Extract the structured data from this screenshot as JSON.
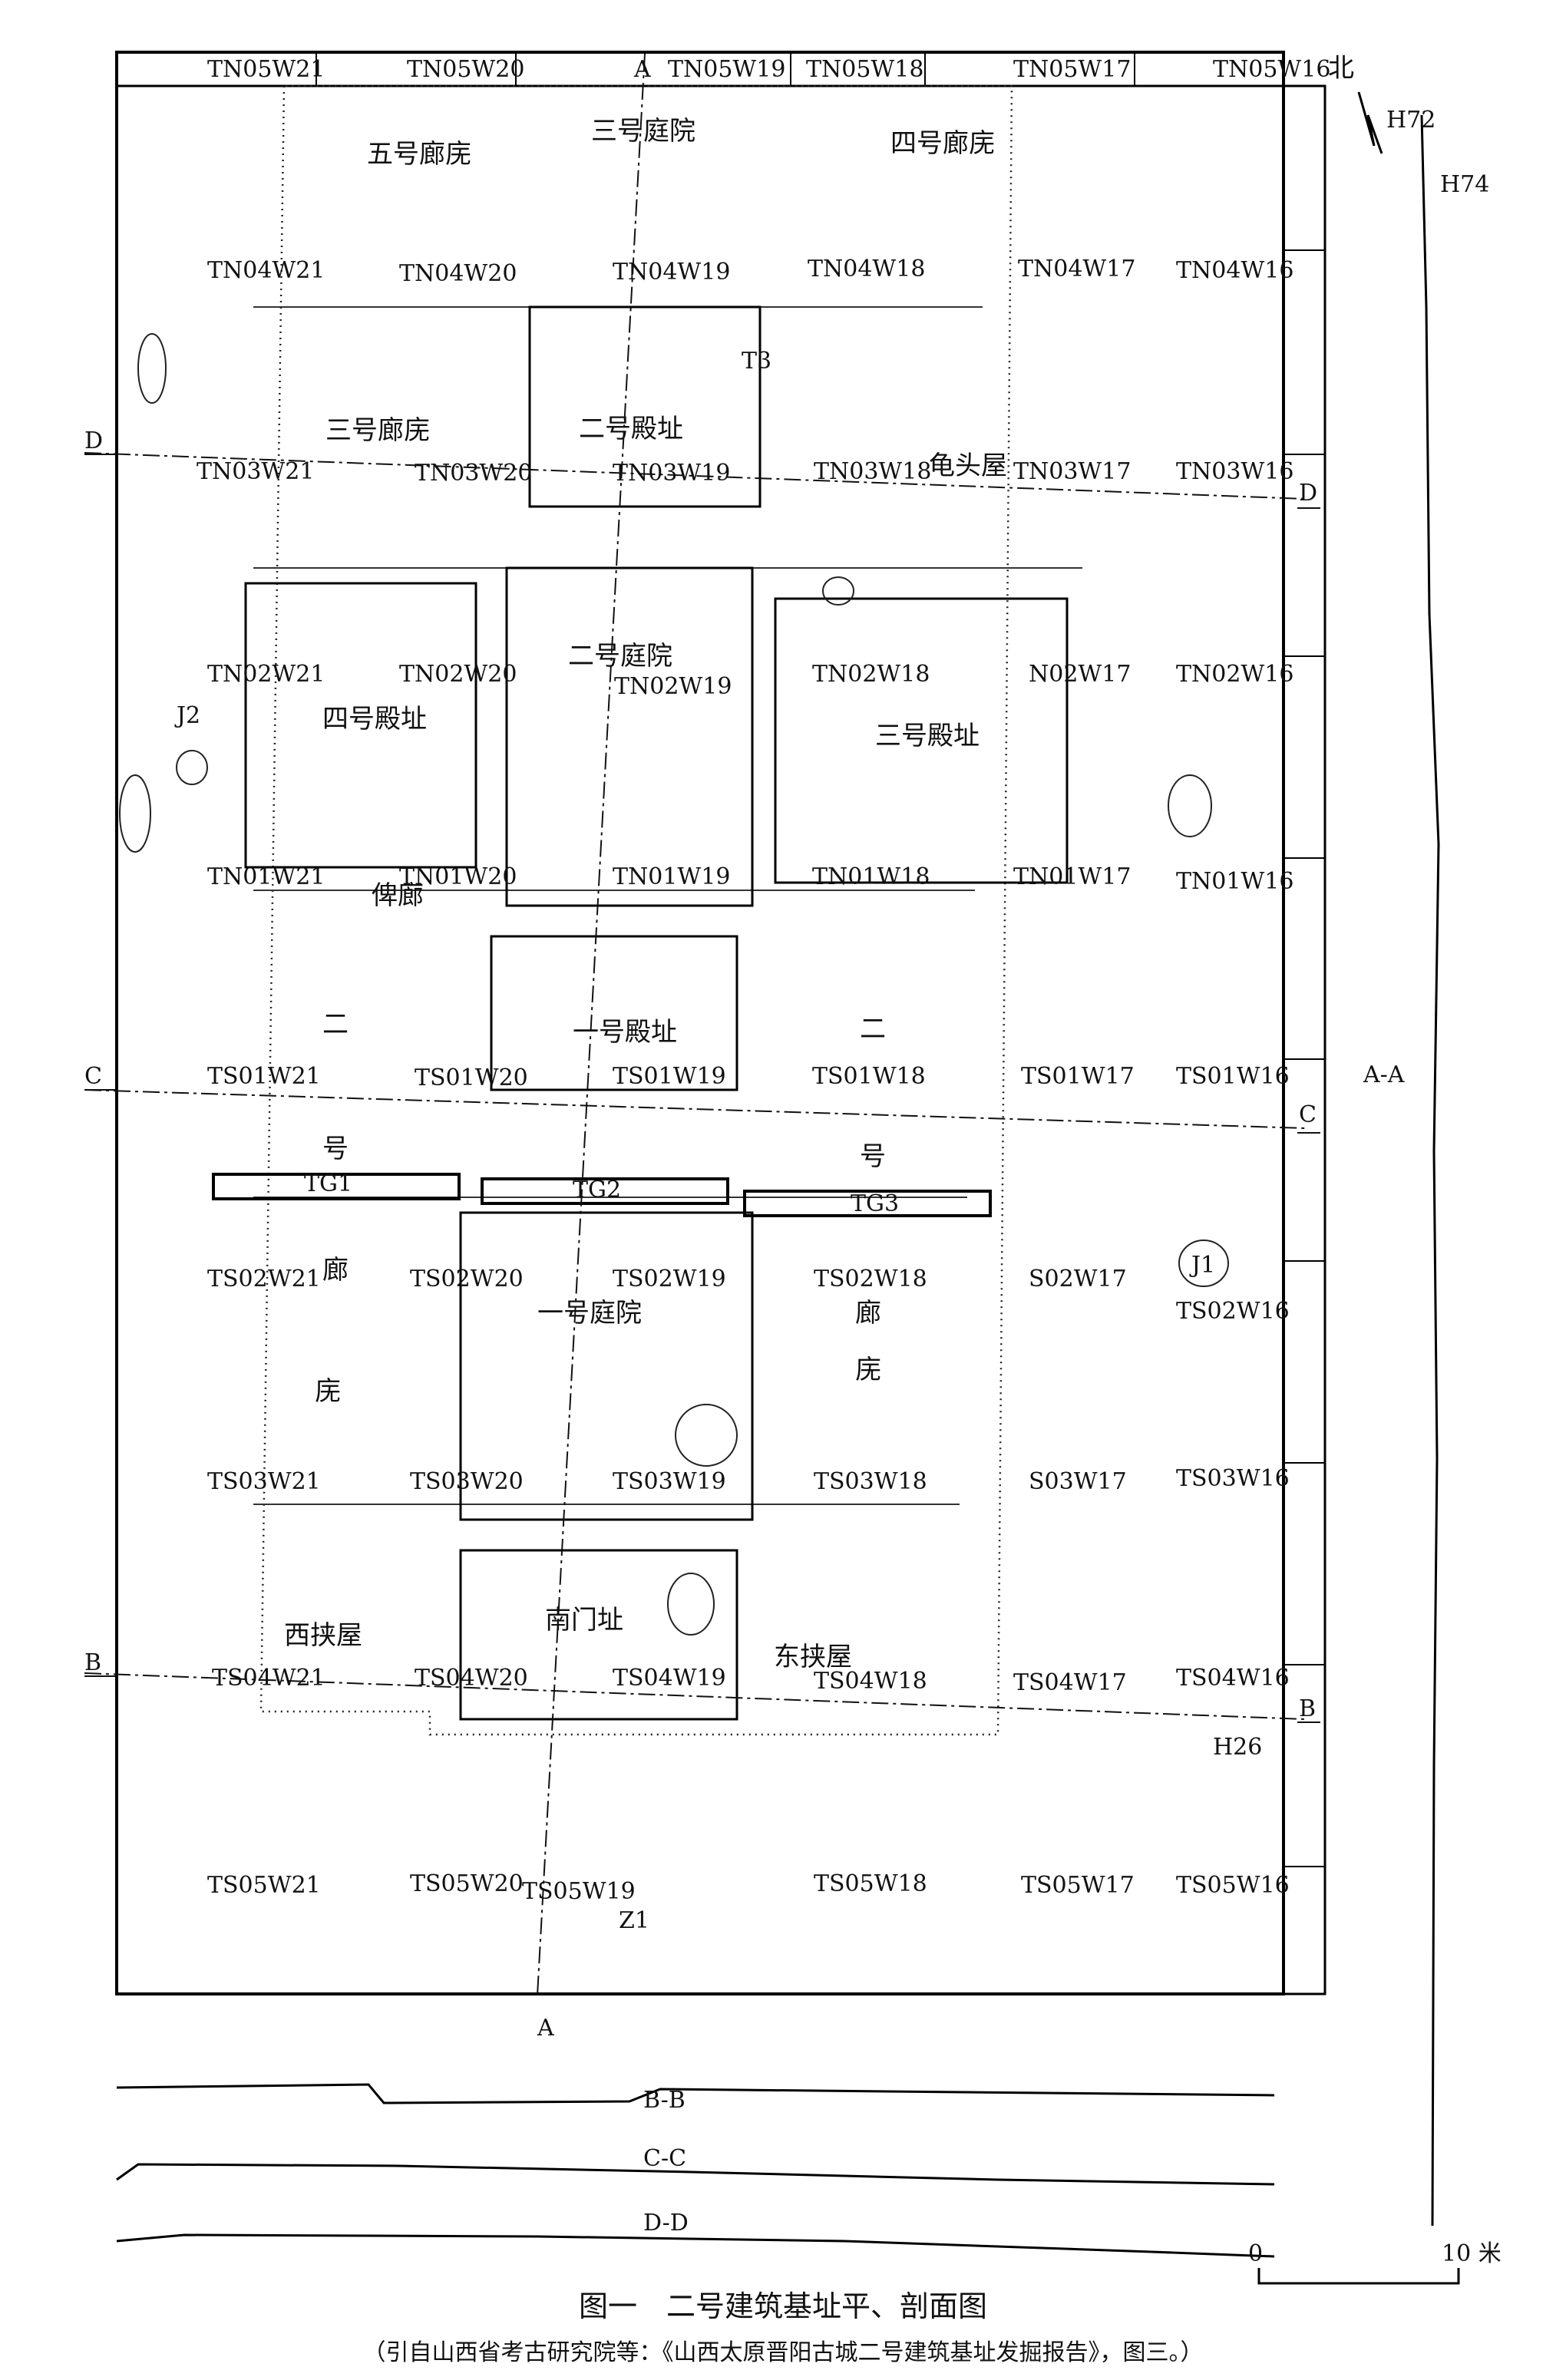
{
  "header_grid": [
    "TN05W21",
    "TN05W20",
    "TN05W19",
    "TN05W18",
    "TN05W17",
    "TN05W16"
  ],
  "north": "北",
  "grid_rows": [
    [
      "TN04W21",
      "TN04W20",
      "TN04W19",
      "TN04W18",
      "TN04W17",
      "TN04W16"
    ],
    [
      "TN03W21",
      "TN03W20",
      "TN03W19",
      "TN03W18",
      "TN03W17",
      "TN03W16"
    ],
    [
      "TN02W21",
      "TN02W20",
      "TN02W19",
      "TN02W18",
      "N02W17",
      "TN02W16"
    ],
    [
      "TN01W21",
      "TN01W20",
      "TN01W19",
      "TN01W18",
      "TN01W17",
      "TN01W16"
    ],
    [
      "TS01W21",
      "TS01W20",
      "TS01W19",
      "TS01W18",
      "TS01W17",
      "TS01W16"
    ],
    [
      "TS02W21",
      "TS02W20",
      "TS02W19",
      "TS02W18",
      "S02W17",
      "TS02W16"
    ],
    [
      "TS03W21",
      "TS03W20",
      "TS03W19",
      "TS03W18",
      "S03W17",
      "TS03W16"
    ],
    [
      "TS04W21",
      "TS04W20",
      "TS04W19",
      "TS04W18",
      "TS04W17",
      "TS04W16"
    ],
    [
      "TS05W21",
      "TS05W20",
      "TS05W19",
      "TS05W18",
      "TS05W17",
      "TS05W16"
    ]
  ],
  "zones": {
    "wuhao_langwu": "五号廊庑",
    "sanhao_tingyuan": "三号庭院",
    "sihao_langwu": "四号廊庑",
    "sanhao_langwu": "三号廊庑",
    "erhao_dianzhi": "二号殿址",
    "guitouwu": "龟头屋",
    "erhao_tingyuan": "二号庭院",
    "sihao_dianzhi": "四号殿址",
    "sanhao_dianzhi": "三号殿址",
    "bilang": "俾廊",
    "yihao_dianzhi": "一号殿址",
    "yihao_tingyuan": "一号庭院",
    "west_er": "二",
    "west_hao": "号",
    "west_lang": "廊",
    "west_wu": "庑",
    "east_er": "二",
    "east_hao": "号",
    "east_lang": "廊",
    "east_wu": "庑",
    "xijiawu": "西挟屋",
    "nanmenzhi": "南门址",
    "dongjiawu": "东挟屋"
  },
  "features": {
    "tg1": "TG1",
    "tg2": "TG2",
    "tg3": "TG3",
    "j1": "J1",
    "j2": "J2",
    "t3": "T3",
    "z1": "Z1",
    "h72": "H72",
    "h74": "H74",
    "h26": "H26"
  },
  "section_markers": {
    "a": "A",
    "b": "B",
    "c": "C",
    "d": "D",
    "aa": "A-A",
    "bb": "B-B",
    "cc": "C-C",
    "dd": "D-D"
  },
  "scale": {
    "zero": "0",
    "ten": "10 米"
  },
  "caption": {
    "title": "图一　二号建筑基址平、剖面图",
    "source": "（引自山西省考古研究院等：《山西太原晋阳古城二号建筑基址发掘报告》，图三。）"
  }
}
